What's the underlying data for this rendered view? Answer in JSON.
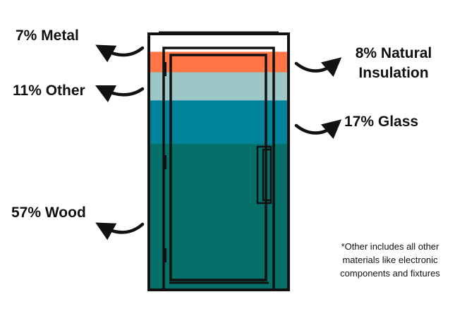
{
  "chart_data": {
    "type": "bar",
    "title": "",
    "stacked": true,
    "categories": [
      "Metal",
      "Natural Insulation",
      "Other",
      "Glass",
      "Wood"
    ],
    "values": [
      7,
      8,
      11,
      17,
      57
    ],
    "unit": "%",
    "colors": [
      "#ffffff",
      "#ff7546",
      "#9dc6c6",
      "#00839a",
      "#047069"
    ],
    "labels": [
      {
        "text": "7% Metal",
        "side": "left"
      },
      {
        "text": "8% Natural Insulation",
        "side": "right"
      },
      {
        "text": "11% Other",
        "side": "left"
      },
      {
        "text": "17% Glass",
        "side": "right"
      },
      {
        "text": "57% Wood",
        "side": "left"
      }
    ],
    "footnote": "*Other includes all other materials like electronic components and fixtures"
  }
}
